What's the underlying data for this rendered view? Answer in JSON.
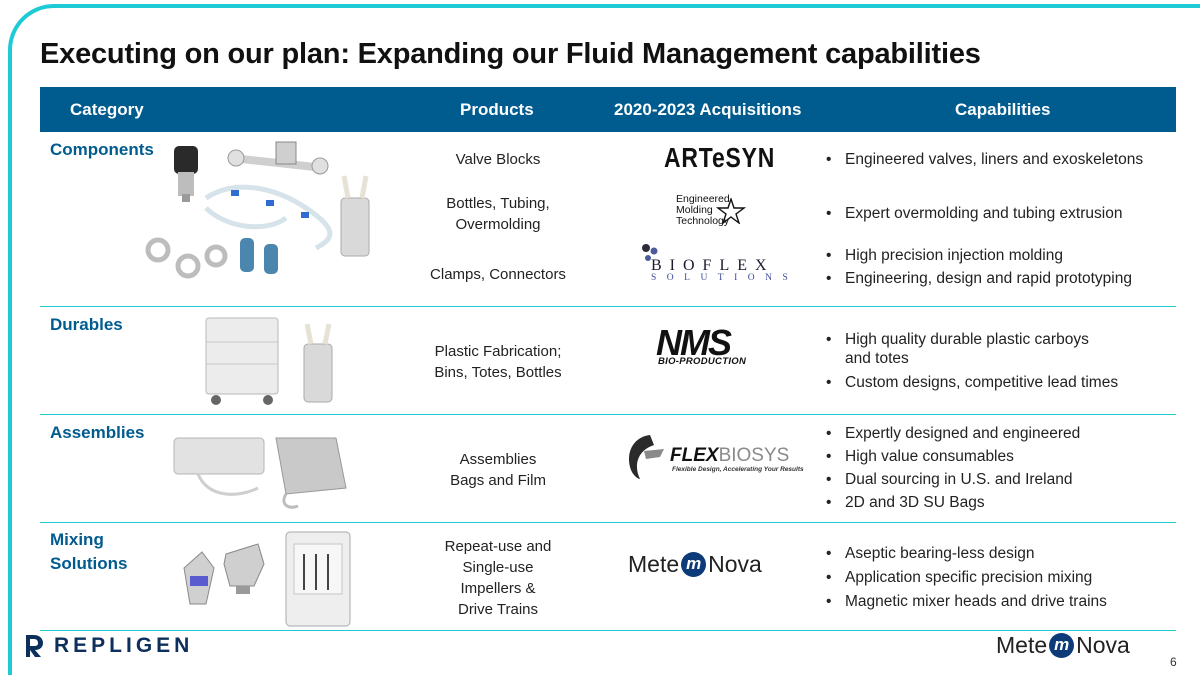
{
  "title": "Executing on our plan: Expanding our Fluid Management capabilities",
  "header": {
    "category": "Category",
    "products": "Products",
    "acquisitions": "2020-2023 Acquisitions",
    "capabilities": "Capabilities"
  },
  "rows": [
    {
      "category": "Components",
      "products": [
        "Valve Blocks",
        "Bottles, Tubing, Overmolding",
        "Clamps, Connectors"
      ],
      "capabilities": [
        "Engineered valves, liners and exoskeletons",
        "Expert overmolding and tubing extrusion",
        "High precision injection molding",
        "Engineering, design and rapid prototyping"
      ]
    },
    {
      "category": "Durables",
      "products": [
        "Plastic Fabrication;",
        "Bins, Totes, Bottles"
      ],
      "capabilities": [
        "High quality durable plastic carboys and totes",
        "Custom designs, competitive lead times"
      ]
    },
    {
      "category": "Assemblies",
      "products": [
        "Assemblies",
        "Bags and Film"
      ],
      "capabilities": [
        "Expertly designed and engineered",
        "High value consumables",
        "Dual sourcing in U.S. and Ireland",
        "2D and 3D SU Bags"
      ]
    },
    {
      "category_lines": [
        "Mixing",
        "Solutions"
      ],
      "products": [
        "Repeat-use and",
        "Single-use",
        "Impellers &",
        "Drive Trains"
      ],
      "capabilities": [
        "Aseptic bearing-less design",
        "Application specific precision mixing",
        "Magnetic mixer heads and drive trains"
      ]
    }
  ],
  "logos": {
    "artesyn": "ARTeSYN",
    "emt": [
      "Engineered",
      "Molding",
      "Technology"
    ],
    "bioflex_top": "BIOFLEX",
    "bioflex_bottom": "SOLUTIONS",
    "nms": "NMS",
    "nms_sub": "BIO-PRODUCTION",
    "flex_a": "FLEX",
    "flex_b": "BIOSYS",
    "flex_tag": "Flexible Design, Accelerating Your Results",
    "metenova_a": "Mete",
    "metenova_m": "m",
    "metenova_b": "Nova"
  },
  "footer": {
    "brand": "REPLIGEN",
    "page": "6"
  },
  "colors": {
    "accent": "#1ecad3",
    "header": "#005b8f",
    "category": "#005b8f",
    "brand": "#0d2f5c"
  }
}
